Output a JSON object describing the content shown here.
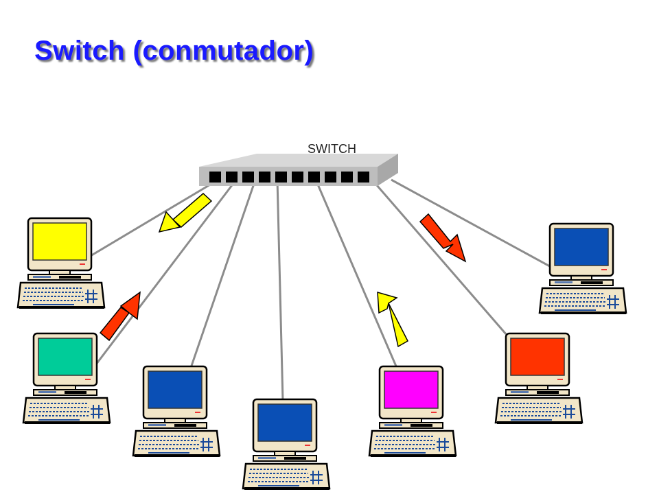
{
  "title": "Switch (conmutador)",
  "switch": {
    "label": "SWITCH",
    "port_count": 10
  },
  "computers": [
    {
      "id": "pc-1",
      "screen_color": "#ffff00"
    },
    {
      "id": "pc-2",
      "screen_color": "#00cc99"
    },
    {
      "id": "pc-3",
      "screen_color": "#0a4fb5"
    },
    {
      "id": "pc-4",
      "screen_color": "#0a4fb5"
    },
    {
      "id": "pc-5",
      "screen_color": "#ff00ff"
    },
    {
      "id": "pc-6",
      "screen_color": "#ff3300"
    },
    {
      "id": "pc-7",
      "screen_color": "#0a4fb5"
    }
  ],
  "arrows": [
    {
      "id": "arrow-1",
      "color": "#ffff00"
    },
    {
      "id": "arrow-2",
      "color": "#ff3300"
    },
    {
      "id": "arrow-3",
      "color": "#ffff00"
    },
    {
      "id": "arrow-4",
      "color": "#ff3300"
    }
  ],
  "colors": {
    "title": "#1a1aff",
    "cable": "#8c8c8c",
    "computer_body": "#f2e6c8",
    "outline": "#000000"
  }
}
